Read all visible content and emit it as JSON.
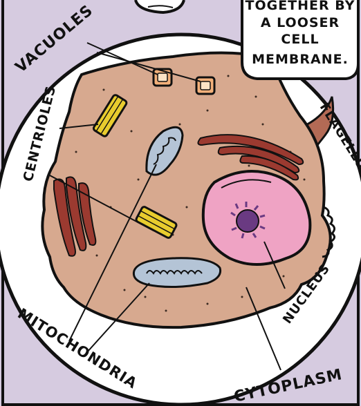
{
  "speech_bubble": {
    "lines": [
      "TOGETHER BY",
      "A LOOSER",
      "CELL",
      "MEMBRANE."
    ]
  },
  "labels": {
    "vacuoles": "VACUOLES",
    "centrioles": "CENTRIOLES",
    "flagellum": "FLAGELLUM",
    "mitochondria": "MITOCHONDRIA",
    "nucleus": "NUCLEUS",
    "cytoplasm": "CYTOPLASM"
  },
  "colors": {
    "panel_background": "#d6cbe0",
    "magnifier_field": "#ffffff",
    "cytoplasm": "#d7a98f",
    "nucleus": "#efa3c4",
    "nucleolus": "#6a3a82",
    "mitochondria": "#b4c4d6",
    "centrioles": "#e8cc2e",
    "vacuoles": "#f2b07a",
    "organelle_red": "#9b3a30",
    "flagellum": "#b36a55",
    "outline": "#111111"
  }
}
